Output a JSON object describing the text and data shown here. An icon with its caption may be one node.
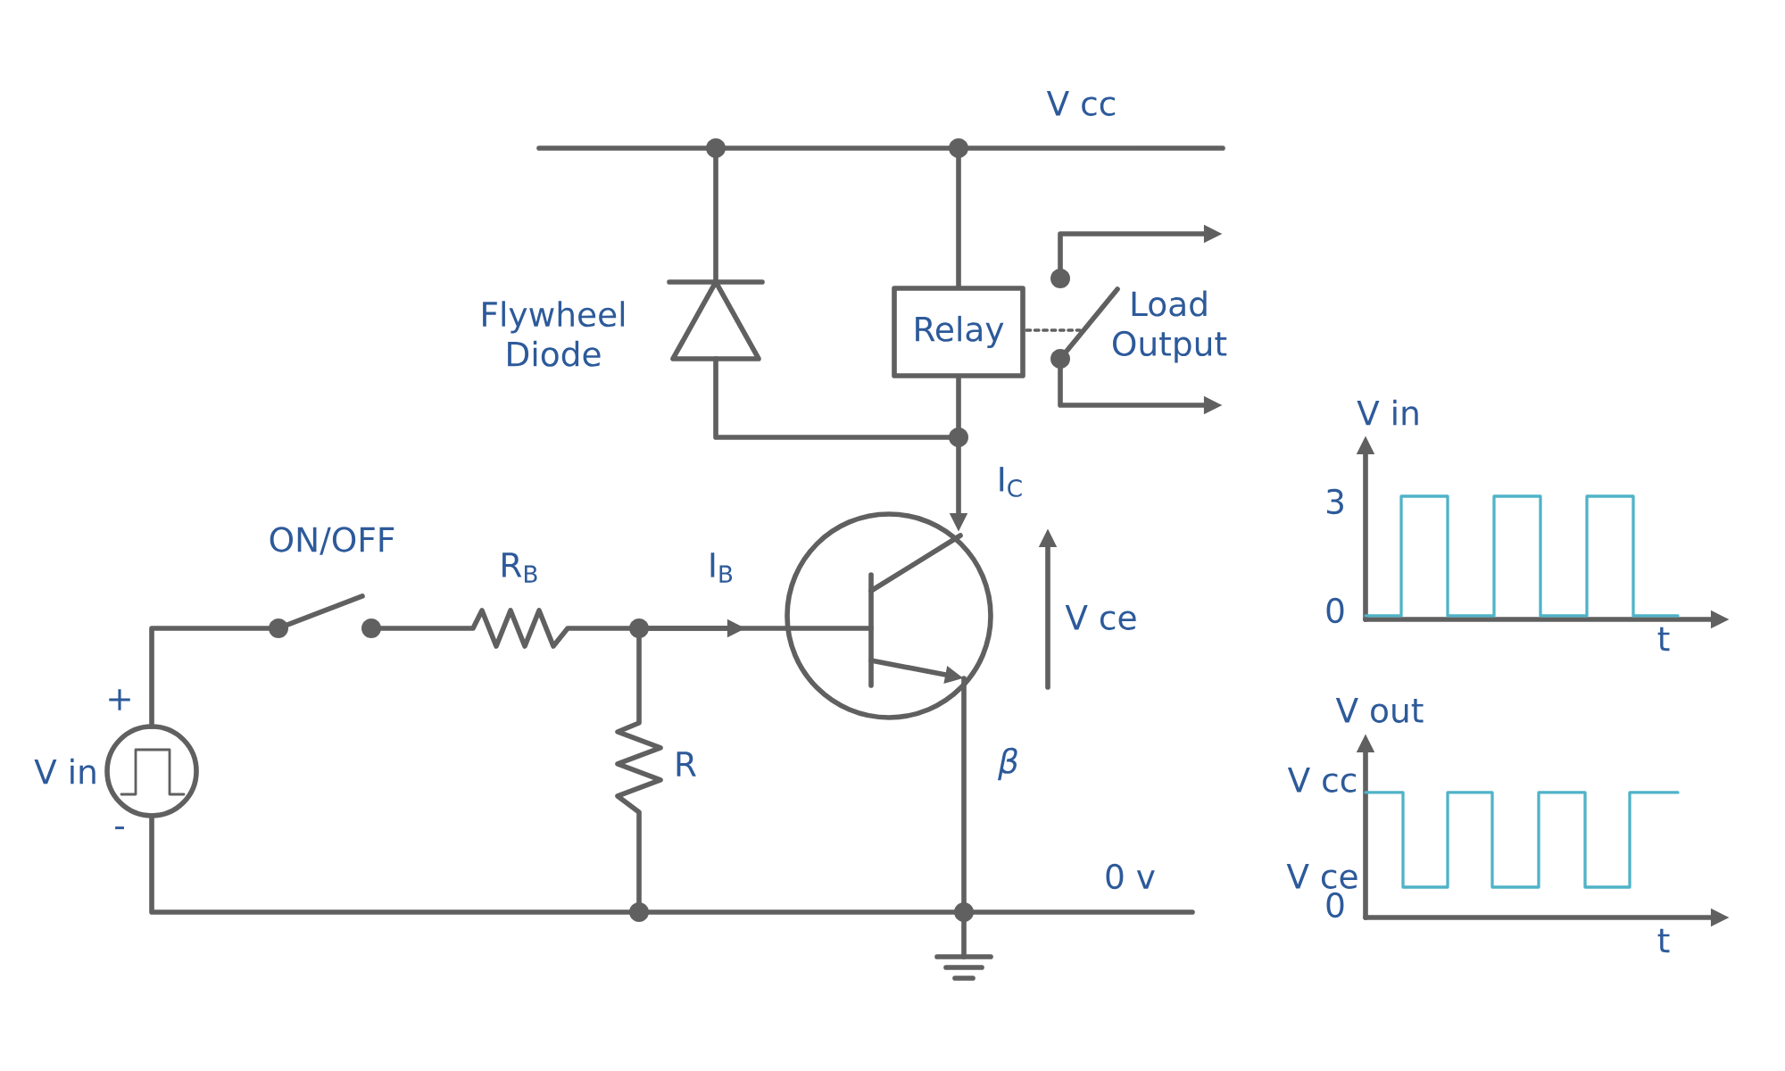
{
  "diagram": {
    "nodes": [
      {
        "text": [
          "Relay"
        ]
      }
    ],
    "labels": [
      "V cc",
      "Flywheel Diode",
      "Load Output",
      "I$_{C}$",
      "ON/OFF",
      "R$_{B}$",
      "I$_{B}$",
      "V ce",
      "+",
      "V in",
      "R",
      "β",
      "-",
      "0 v",
      "V in",
      "3",
      "0",
      "t",
      "V out",
      "V cc",
      "V ce",
      "0",
      "t"
    ]
  }
}
